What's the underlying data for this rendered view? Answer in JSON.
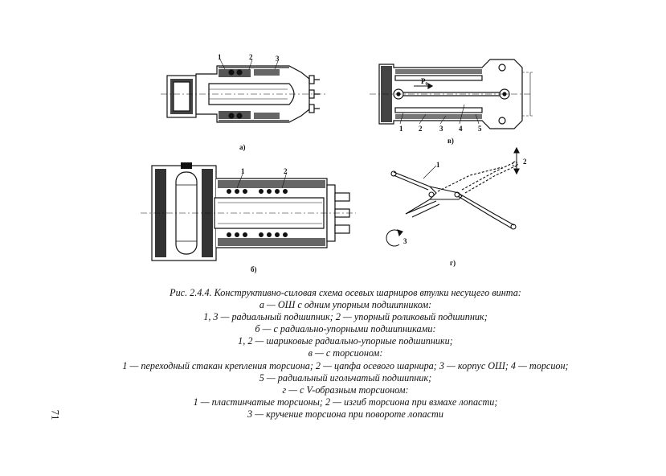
{
  "figure_a": {
    "label": "а)",
    "callouts": [
      "1",
      "2",
      "3"
    ]
  },
  "figure_b": {
    "label": "б)",
    "callouts": [
      "1",
      "2"
    ]
  },
  "figure_v": {
    "label": "в)",
    "callouts": [
      "1",
      "2",
      "3",
      "4",
      "5"
    ],
    "force_label": "P₀"
  },
  "figure_g": {
    "label": "г)",
    "callouts": [
      "1",
      "2",
      "3"
    ]
  },
  "caption": {
    "lines": [
      "Рис. 2.4.4. Конструктивно-силовая схема осевых шарниров втулки несущего винта:",
      "а — ОШ с одним упорным подшипником:",
      "1, 3 — радиальный подшипник; 2 — упорный роликовый подшипник;",
      "б — с радиально-упорными подшипниками:",
      "1, 2 — шариковые радиально-упорные подшипники;",
      "в — с торсионом:",
      "1 — переходный стакан крепления торсиона; 2 — цапфа осевого шарнира; 3 — корпус ОШ; 4 — торсион;",
      "5 — радиальный игольчатый подшипник;",
      "г — с V-образным торсионом:",
      "1 — пластинчатые торсионы; 2 — изгиб торсиона при взмахе лопасти;",
      "3 — кручение торсиона при повороте лопасти"
    ]
  },
  "page_number": "71"
}
